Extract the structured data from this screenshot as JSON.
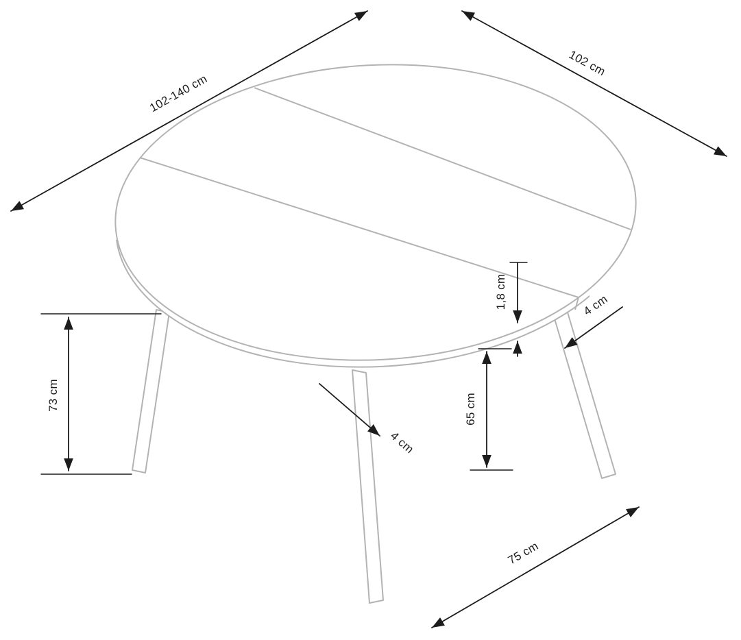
{
  "diagram": {
    "background_color": "#ffffff",
    "table_outline_color": "#b3b3b3",
    "dimension_color": "#1c1c1c",
    "labels": {
      "length_range": "102-140 cm",
      "width": "102 cm",
      "top_thickness": "1,8 cm",
      "right_leg_thickness": "4 cm",
      "underside_height": "65 cm",
      "total_height": "73 cm",
      "front_leg_thickness": "4 cm",
      "leg_span": "75 cm"
    }
  }
}
